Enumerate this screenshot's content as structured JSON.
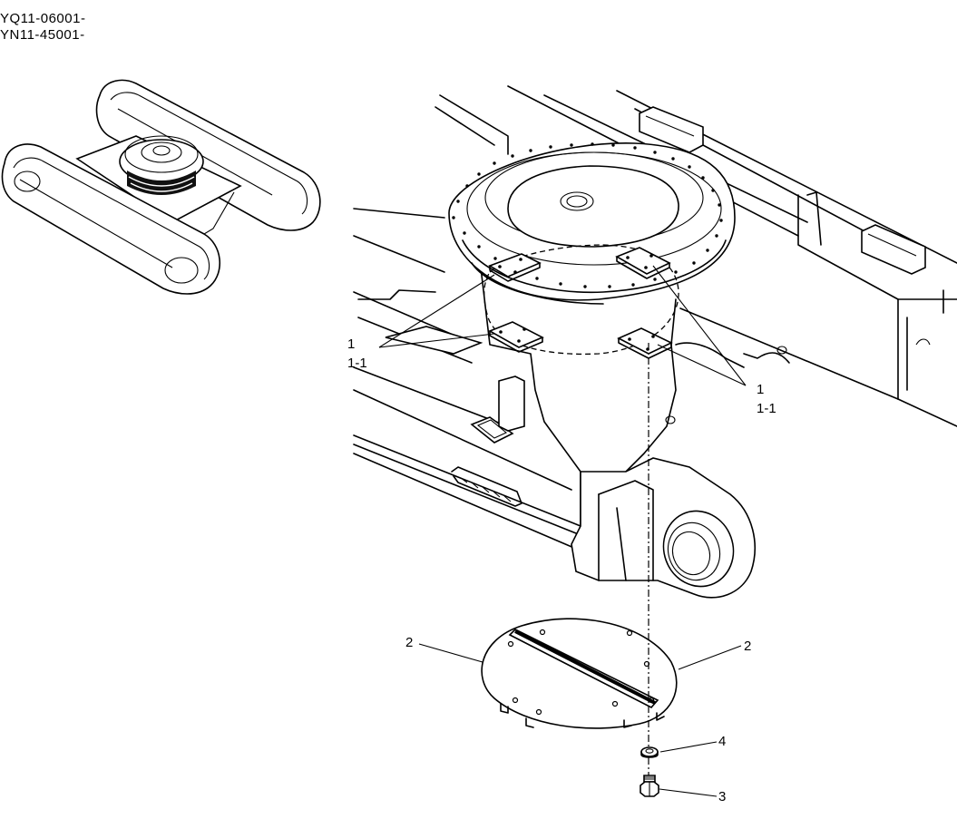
{
  "serials": [
    "YQ11-06001-",
    "YN11-45001-"
  ],
  "callouts": {
    "left_plates_num": "1",
    "left_plates_sub": "1-1",
    "right_plates_num": "1",
    "right_plates_sub": "1-1",
    "cover_left": "2",
    "cover_right": "2",
    "washer": "4",
    "bolt": "3"
  }
}
